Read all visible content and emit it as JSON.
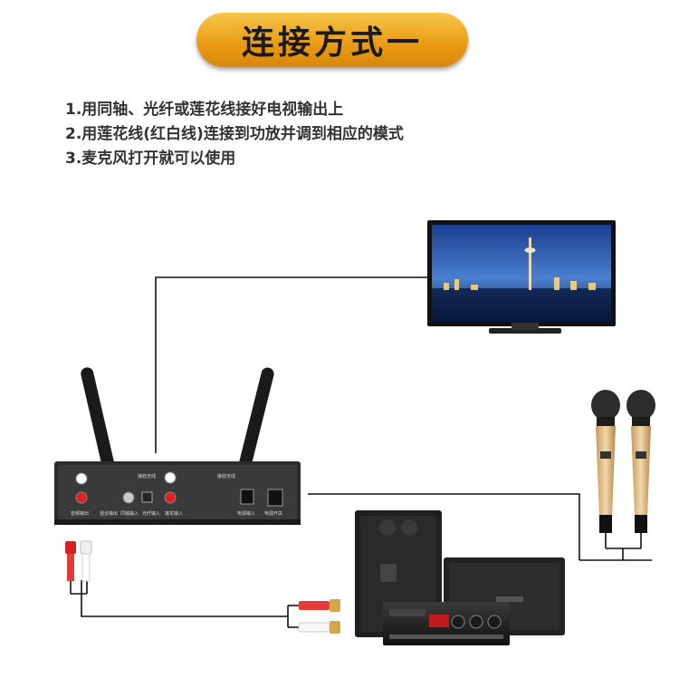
{
  "title": "连接方式一",
  "steps": [
    "1.用同轴、光纤或莲花线接好电视输出上",
    "2.用莲花线(红白线)连接到功放并调到相应的模式",
    "3.麦克风打开就可以使用"
  ],
  "receiver_labels": {
    "antenna_a": "接收天线",
    "antenna_b": "接收天线",
    "audio_out": "音频输出",
    "mix_out": "混合输出",
    "coax_in": "同轴输入",
    "optical_in": "光纤输入",
    "lotus_in": "莲花输入",
    "power_in": "电源输入",
    "power_switch": "电源开关"
  },
  "colors": {
    "pill_top": "#f7c64a",
    "pill_bottom": "#d9860c",
    "line": "#111111"
  }
}
